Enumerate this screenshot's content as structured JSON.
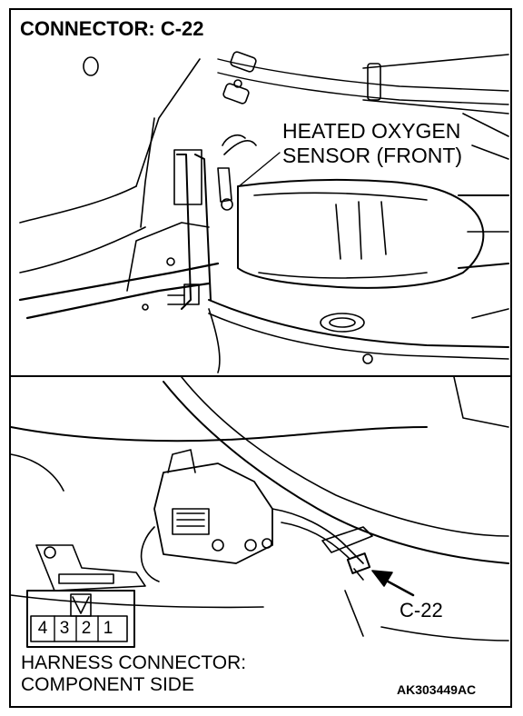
{
  "title": "CONNECTOR: C-22",
  "sensor_label": [
    "HEATED OXYGEN",
    "SENSOR (FRONT)"
  ],
  "connector_callout": "C-22",
  "harness_caption": [
    "HARNESS CONNECTOR:",
    "COMPONENT SIDE"
  ],
  "figure_code": "AK303449AC",
  "connector_pins": [
    "4",
    "3",
    "2",
    "1"
  ],
  "colors": {
    "line": "#000000",
    "background": "#ffffff"
  }
}
